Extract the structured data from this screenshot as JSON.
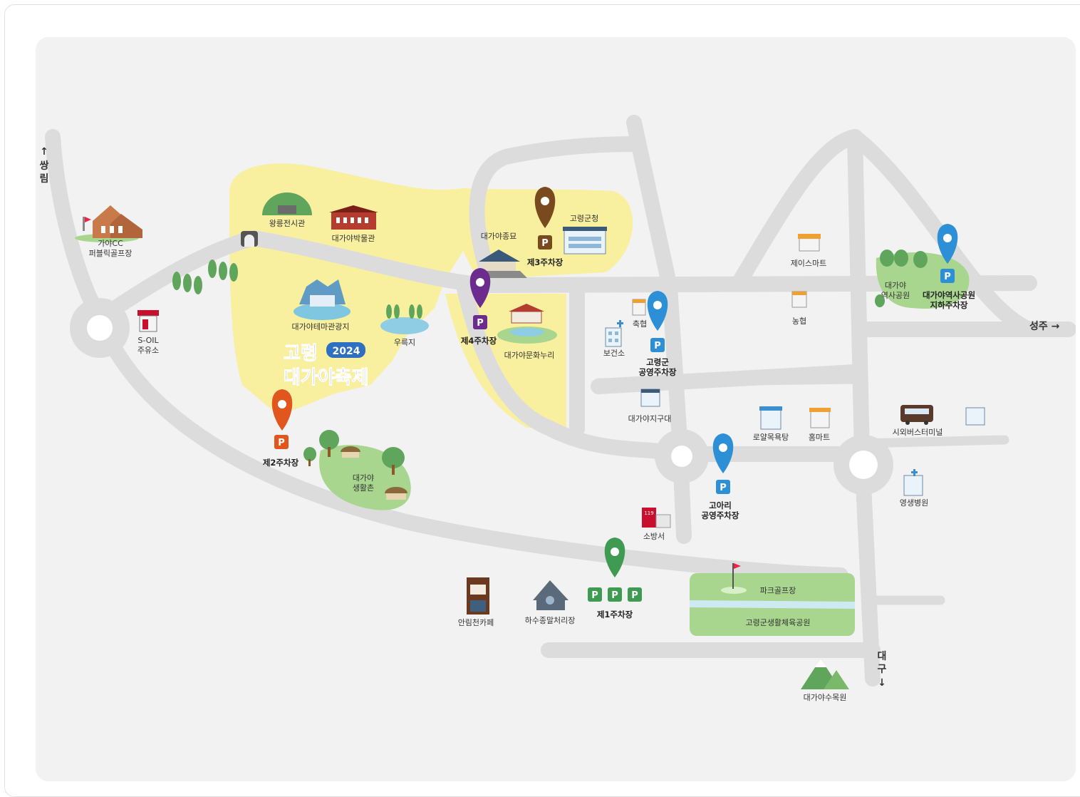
{
  "festival": {
    "line1": "고령",
    "year": "2024",
    "line2": "대가야축제"
  },
  "directions": {
    "north_arrow": "↑",
    "north_char1": "쌍",
    "north_char2": "림",
    "east": "성주 →",
    "south_char1": "대",
    "south_char2": "구",
    "south_arrow": "↓"
  },
  "parking": {
    "p1": "제1주차장",
    "p2": "제2주차장",
    "p3": "제3주차장",
    "p4": "제4주차장",
    "gun_line1": "고령군",
    "gun_line2": "공영주차장",
    "goa_line1": "고아리",
    "goa_line2": "공영주차장",
    "history_line1": "대가야역사공원",
    "history_line2": "지하주차장",
    "symbol": "P"
  },
  "places": {
    "golf_cc_line1": "가야CC",
    "golf_cc_line2": "퍼블릭골프장",
    "soil_line1": "S-OIL",
    "soil_line2": "주유소",
    "royal_tomb": "왕릉전시관",
    "museum": "대가야박물관",
    "theme_park": "대가야테마관광지",
    "pond": "우륵지",
    "village_line1": "대가야",
    "village_line2": "생활촌",
    "tombs": "대가야종묘",
    "gun_office": "고령군청",
    "culture": "대가야문화누리",
    "health": "보건소",
    "nh1": "축협",
    "police": "대가야지구대",
    "fire": "소방서",
    "mart_j": "제이스마트",
    "nh2": "농협",
    "history_park_line1": "대가야",
    "history_park_line2": "역사공원",
    "bath": "로얄목욕탕",
    "homemart": "홈마트",
    "bus": "시외버스터미널",
    "hospital": "영생병원",
    "park_golf": "파크골프장",
    "sports_park": "고령군생활체육공원",
    "cafe": "안림천카페",
    "sewage": "하수종말처리장",
    "arboretum": "대가야수목원",
    "fire_number": "119"
  },
  "colors": {
    "map_bg": "#f2f2f2",
    "road": "#dcdcdc",
    "festival_zone": "#f8ef9f",
    "park_green": "#a8d68f",
    "pin_brown": "#7a4a1f",
    "pin_purple": "#6b2c8e",
    "pin_orange": "#e0561d",
    "pin_blue": "#2d8fd5",
    "pin_green": "#3f9a52",
    "title_blue": "#2e6fc1"
  }
}
